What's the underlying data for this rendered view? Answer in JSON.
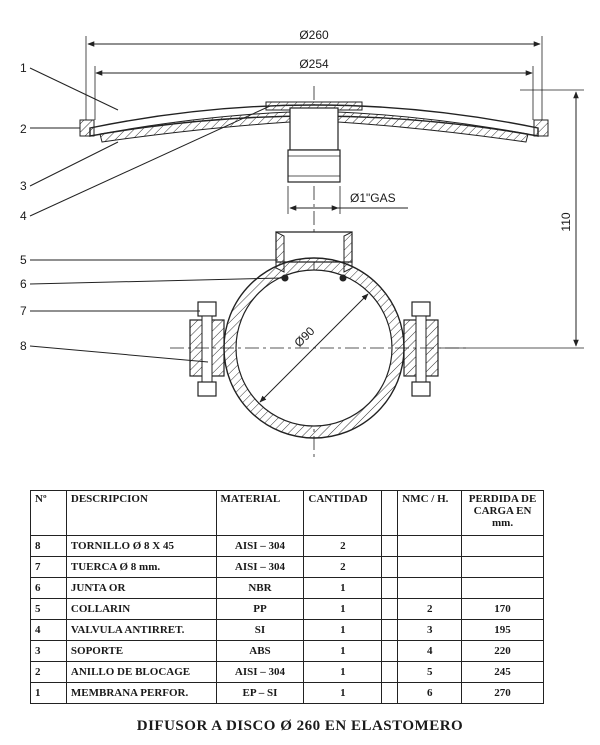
{
  "drawing": {
    "dims": {
      "overall_diameter": "Ø260",
      "disc_diameter": "Ø254",
      "thread": "Ø1\"GAS",
      "pipe_diameter": "Ø90",
      "height": "110"
    },
    "callouts": [
      "1",
      "2",
      "3",
      "4",
      "5",
      "6",
      "7",
      "8"
    ]
  },
  "table": {
    "headers": [
      "Nº",
      "DESCRIPCION",
      "MATERIAL",
      "CANTIDAD",
      "",
      "NMC / H.",
      "PERDIDA DE CARGA EN mm."
    ],
    "rows": [
      {
        "n": "8",
        "desc": "TORNILLO Ø 8 X 45",
        "mat": "AISI – 304",
        "qty": "2",
        "nmc": "",
        "loss": ""
      },
      {
        "n": "7",
        "desc": "TUERCA Ø 8 mm.",
        "mat": "AISI – 304",
        "qty": "2",
        "nmc": "",
        "loss": ""
      },
      {
        "n": "6",
        "desc": "JUNTA OR",
        "mat": "NBR",
        "qty": "1",
        "nmc": "",
        "loss": ""
      },
      {
        "n": "5",
        "desc": "COLLARIN",
        "mat": "PP",
        "qty": "1",
        "nmc": "2",
        "loss": "170"
      },
      {
        "n": "4",
        "desc": "VALVULA ANTIRRET.",
        "mat": "SI",
        "qty": "1",
        "nmc": "3",
        "loss": "195"
      },
      {
        "n": "3",
        "desc": "SOPORTE",
        "mat": "ABS",
        "qty": "1",
        "nmc": "4",
        "loss": "220"
      },
      {
        "n": "2",
        "desc": "ANILLO DE BLOCAGE",
        "mat": "AISI – 304",
        "qty": "1",
        "nmc": "5",
        "loss": "245"
      },
      {
        "n": "1",
        "desc": "MEMBRANA PERFOR.",
        "mat": "EP – SI",
        "qty": "1",
        "nmc": "6",
        "loss": "270"
      }
    ]
  },
  "title": "DIFUSOR A DISCO Ø 260 EN ELASTOMERO"
}
